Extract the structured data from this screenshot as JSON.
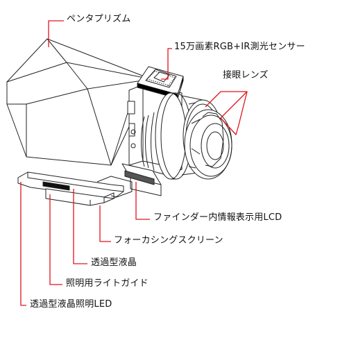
{
  "callouts": {
    "pentaprism": "ペンタプリズム",
    "rgb_ir_sensor": "15万画素RGB+IR測光センサー",
    "eyepiece_lens": "接眼レンズ",
    "finder_lcd": "ファインダー内情報表示用LCD",
    "focusing_screen": "フォーカシングスクリーン",
    "transmissive_lcd": "透過型液晶",
    "light_guide": "照明用ライトガイド",
    "transmissive_lcd_led": "透過型液晶照明LED"
  },
  "colors": {
    "leader_line": "#e0141e",
    "line_art": "#222222",
    "text": "#111111",
    "background": "#ffffff"
  }
}
